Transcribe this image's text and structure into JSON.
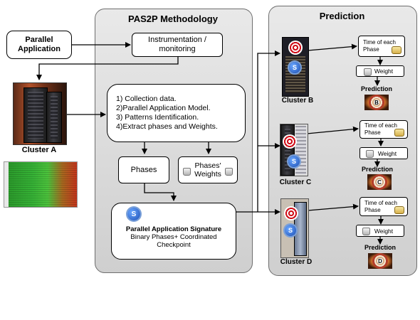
{
  "colors": {
    "panel": "#d9d9d9",
    "arrow": "#000000",
    "target_red": "#d0101a",
    "badge_blue": "#1c4fb5"
  },
  "left": {
    "parallel_app_line1": "Parallel",
    "parallel_app_line2": "Application",
    "cluster_a": "Cluster A"
  },
  "methodology": {
    "title": "PAS2P Methodology",
    "instrumentation_line1": "Instrumentation /",
    "instrumentation_line2": "monitoring",
    "steps": [
      "1) Collection data.",
      "2)Parallel Application Model.",
      "3) Patterns Identification.",
      "4)Extract phases and Weights."
    ],
    "phases": "Phases",
    "weights_line1": "Phases'",
    "weights_line2": "Weights",
    "signature_title": "Parallel Application Signature",
    "signature_line2": "Binary Phases+ Coordinated",
    "signature_line3": "Checkpoint",
    "signature_badge": "S"
  },
  "prediction": {
    "title": "Prediction",
    "clusters": [
      {
        "name": "Cluster B",
        "time_line1": "Time  of each",
        "time_line2": "Phase",
        "weight": "Weight",
        "prediction": "Prediction",
        "badge": "B",
        "s_badge": "S"
      },
      {
        "name": "Cluster C",
        "time_line1": "Time of each",
        "time_line2": "Phase",
        "weight": "Weight",
        "prediction": "Prediction",
        "badge": "C",
        "s_badge": "S"
      },
      {
        "name": "Cluster D",
        "time_line1": "Time of each",
        "time_line2": "Phase",
        "weight": "Weight",
        "prediction": "Prediction",
        "badge": "D",
        "s_badge": "S"
      }
    ]
  },
  "icons": [
    "target-icon",
    "signature-s-icon",
    "clock-icon",
    "weight-icon",
    "server-rack-icon",
    "heatmap-image"
  ]
}
